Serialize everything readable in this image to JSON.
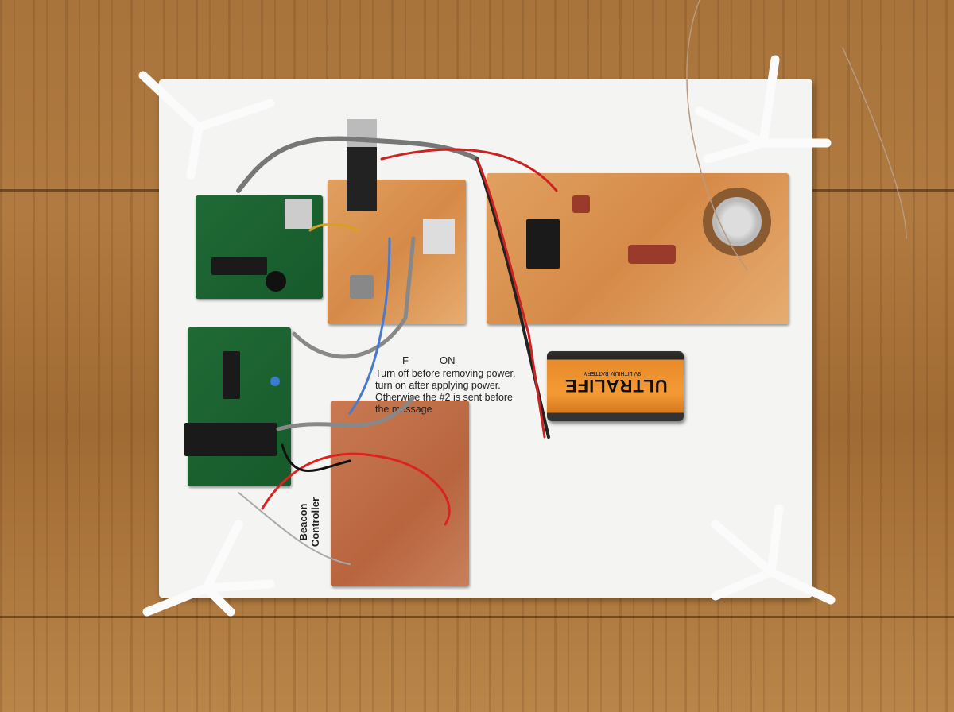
{
  "photo": {
    "switch_labels": {
      "off": "F",
      "on": "ON"
    },
    "instructions": [
      "Turn off before removing power,",
      "turn on after applying power.",
      "Otherwise the #2 is sent before",
      "the message"
    ],
    "board_label": [
      "Beacon",
      "Controller"
    ],
    "battery": {
      "brand": "ULTRALIFE",
      "type": "9V LITHIUM BATTERY"
    }
  },
  "colors": {
    "wood": "#a8743c",
    "board": "#f4f4f2",
    "copper": "#d68a48",
    "pcb_green": "#1f6a35",
    "battery": "#f39a35"
  }
}
